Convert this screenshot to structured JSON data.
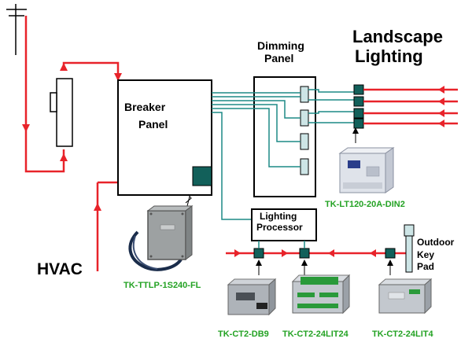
{
  "labels": {
    "breaker_panel": [
      "Breaker",
      "Panel"
    ],
    "dimming_panel": [
      "Dimming",
      "Panel"
    ],
    "landscape_lighting": [
      "Landscape",
      "Lighting"
    ],
    "lighting_processor": [
      "Lighting",
      "Processor"
    ],
    "outdoor_key_pad": [
      "Outdoor",
      "Key",
      "Pad"
    ],
    "hvac": "HVAC"
  },
  "parts": {
    "lt120": "TK-LT120-20A-DIN2",
    "ttlp": "TK-TTLP-1S240-FL",
    "ct2_db9": "TK-CT2-DB9",
    "ct2_24lit24": "TK-CT2-24LIT24",
    "ct2_24lit4": "TK-CT2-24LIT4"
  },
  "colors": {
    "power_line": "#e8232a",
    "data_line": "#1d8a86",
    "module_fill": "#12605a",
    "part_label": "#23a223",
    "relay_fill": "#cde5e6"
  }
}
